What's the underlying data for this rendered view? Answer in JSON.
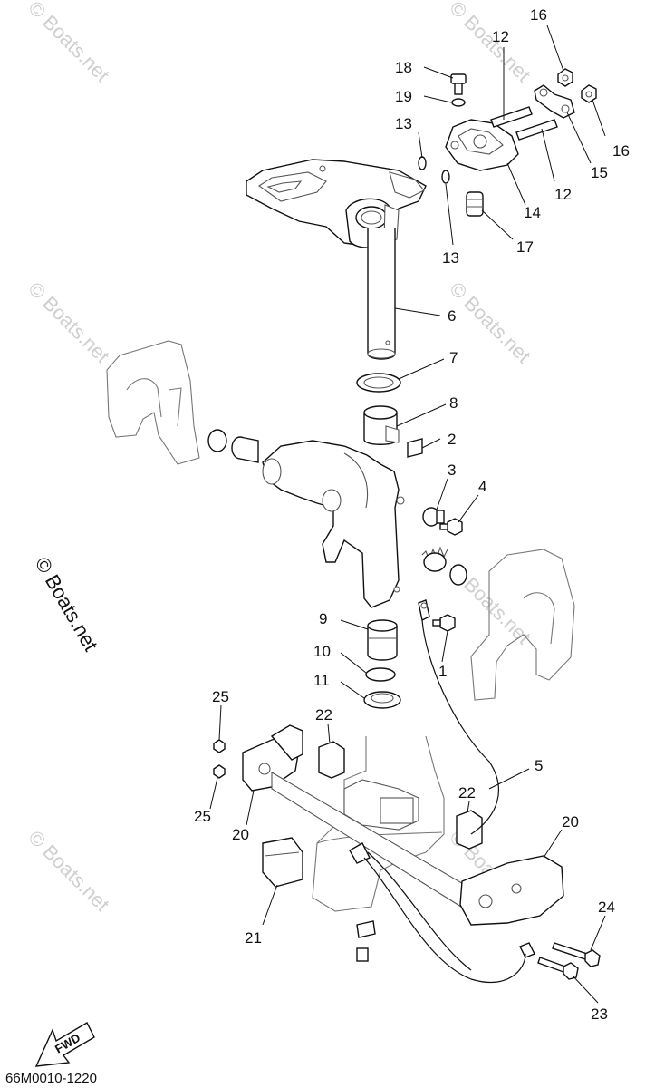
{
  "diagram": {
    "part_number": "66M0010-1220",
    "copyright": "© Boats.net",
    "watermark": "© Boats.net",
    "fwd_label": "FWD",
    "callouts": [
      {
        "id": "c16a",
        "label": "16"
      },
      {
        "id": "c12a",
        "label": "12"
      },
      {
        "id": "c18",
        "label": "18"
      },
      {
        "id": "c19",
        "label": "19"
      },
      {
        "id": "c16b",
        "label": "16"
      },
      {
        "id": "c13a",
        "label": "13"
      },
      {
        "id": "c15",
        "label": "15"
      },
      {
        "id": "c12b",
        "label": "12"
      },
      {
        "id": "c14",
        "label": "14"
      },
      {
        "id": "c13b",
        "label": "13"
      },
      {
        "id": "c17",
        "label": "17"
      },
      {
        "id": "c6",
        "label": "6"
      },
      {
        "id": "c7",
        "label": "7"
      },
      {
        "id": "c8",
        "label": "8"
      },
      {
        "id": "c2",
        "label": "2"
      },
      {
        "id": "c3",
        "label": "3"
      },
      {
        "id": "c4",
        "label": "4"
      },
      {
        "id": "c9",
        "label": "9"
      },
      {
        "id": "c1",
        "label": "1"
      },
      {
        "id": "c10",
        "label": "10"
      },
      {
        "id": "c11",
        "label": "11"
      },
      {
        "id": "c25a",
        "label": "25"
      },
      {
        "id": "c22a",
        "label": "22"
      },
      {
        "id": "c5",
        "label": "5"
      },
      {
        "id": "c25b",
        "label": "25"
      },
      {
        "id": "c22b",
        "label": "22"
      },
      {
        "id": "c20a",
        "label": "20"
      },
      {
        "id": "c20b",
        "label": "20"
      },
      {
        "id": "c24",
        "label": "24"
      },
      {
        "id": "c21",
        "label": "21"
      },
      {
        "id": "c23",
        "label": "23"
      }
    ]
  }
}
